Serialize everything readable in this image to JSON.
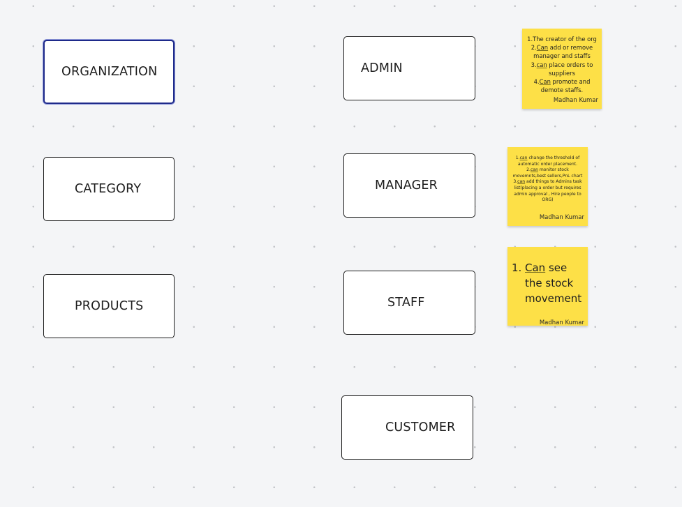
{
  "boxes": {
    "organization": "ORGANIZATION",
    "category": "CATEGORY",
    "products": "PRODUCTS",
    "admin": "ADMIN",
    "manager": "MANAGER",
    "staff": "STAFF",
    "customer": "CUSTOMER"
  },
  "notes": {
    "admin": {
      "lines": [
        {
          "pre": "1.The creator of the org",
          "u": "",
          "post": ""
        },
        {
          "pre": "2.",
          "u": "Can",
          "post": " add or remove"
        },
        {
          "pre": "manager and staffs",
          "u": "",
          "post": ""
        },
        {
          "pre": "3.",
          "u": "can",
          "post": " place orders to"
        },
        {
          "pre": "suppliers",
          "u": "",
          "post": ""
        },
        {
          "pre": "4.",
          "u": "Can",
          "post": " promote and"
        },
        {
          "pre": "demote staffs.",
          "u": "",
          "post": ""
        }
      ],
      "author": "Madhan Kumar"
    },
    "manager": {
      "lines": [
        {
          "pre": "1.",
          "u": "can",
          "post": " change the threshold of"
        },
        {
          "pre": "automatic order placement.",
          "u": "",
          "post": ""
        },
        {
          "pre": "2.",
          "u": "can",
          "post": " monitor stock"
        },
        {
          "pre": "movemnts,best sellers,PnL chart",
          "u": "",
          "post": ""
        },
        {
          "pre": "3.",
          "u": "can",
          "post": " add things to Admins task"
        },
        {
          "pre": "list(placing a order but requires",
          "u": "",
          "post": ""
        },
        {
          "pre": "admin approval , Hire people to",
          "u": "",
          "post": ""
        },
        {
          "pre": "ORG)",
          "u": "",
          "post": ""
        }
      ],
      "author": "Madhan Kumar"
    },
    "staff": {
      "number": "1.",
      "lines": [
        {
          "pre": "",
          "u": "Can",
          "post": " see"
        },
        {
          "pre": "the stock",
          "u": "",
          "post": ""
        },
        {
          "pre": "movement",
          "u": "",
          "post": ""
        }
      ],
      "author": "Madhan Kumar"
    }
  },
  "colors": {
    "canvas": "#f4f5f7",
    "grid_dot": "#c2c4c8",
    "sticky": "#fde047",
    "box_border": "#1b1b1b",
    "selection": "#1e2a8a"
  }
}
